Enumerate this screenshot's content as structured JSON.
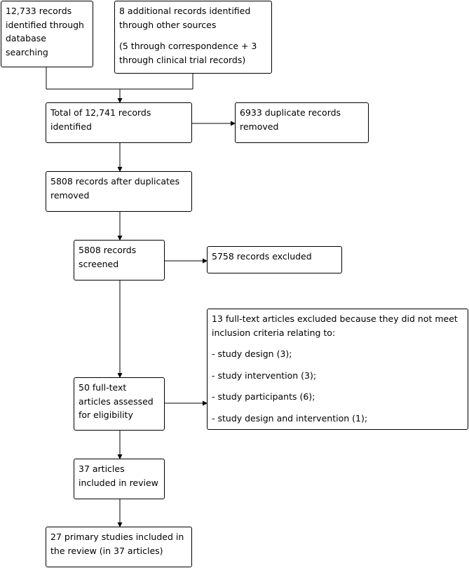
{
  "boxes": {
    "database_records": {
      "lines": [
        "12,733 records identified through database searching"
      ]
    },
    "additional_records": {
      "lines": [
        "8 additional records identified through other sources",
        "(5 through correspondence + 3 through clinical trial records)"
      ]
    },
    "total_identified": {
      "lines": [
        "Total of 12,741 records identified"
      ]
    },
    "duplicates_removed": {
      "lines": [
        "6933 duplicate records removed"
      ]
    },
    "after_duplicates": {
      "lines": [
        "5808 records after duplicates removed"
      ]
    },
    "screened": {
      "lines": [
        "5808 records screened"
      ]
    },
    "excluded": {
      "lines": [
        "5758 records excluded"
      ]
    },
    "fulltext_excluded": {
      "lines": [
        "13 full-text articles excluded because they did not meet inclusion criteria relating to:",
        "- study design (3);",
        "- study intervention (3);",
        "- study participants (6);",
        "- study design and intervention (1);"
      ]
    },
    "assessed": {
      "lines": [
        "50 full-text articles assessed for eligibility"
      ]
    },
    "included_review": {
      "lines": [
        "37 articles included in review"
      ]
    },
    "primary_studies": {
      "lines": [
        "27 primary studies included in the review (in 37 articles)"
      ]
    }
  }
}
